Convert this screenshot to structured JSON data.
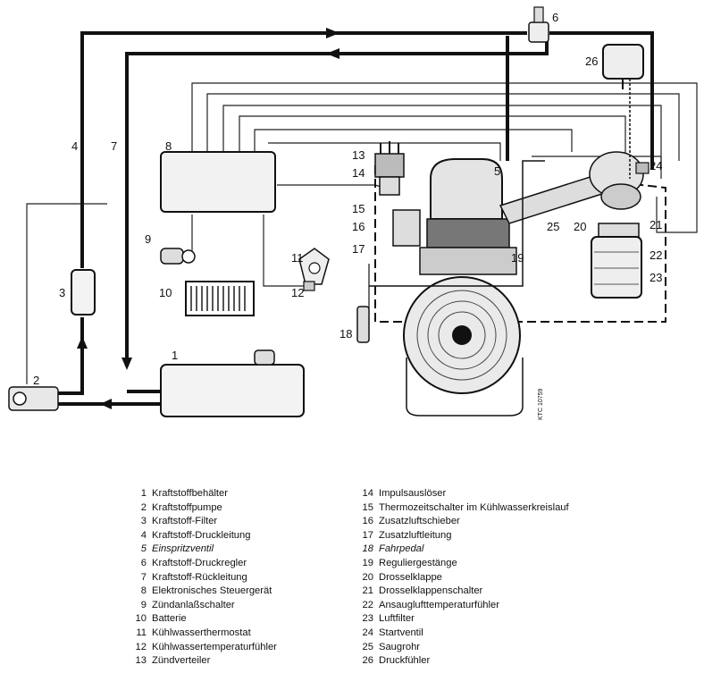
{
  "callouts": {
    "c1": "1",
    "c2": "2",
    "c3": "3",
    "c4": "4",
    "c5": "5",
    "c6": "6",
    "c7": "7",
    "c8": "8",
    "c9": "9",
    "c10": "10",
    "c11": "11",
    "c12": "12",
    "c13": "13",
    "c14": "14",
    "c15": "15",
    "c16": "16",
    "c17": "17",
    "c18": "18",
    "c19": "19",
    "c20": "20",
    "c21": "21",
    "c22": "22",
    "c23": "23",
    "c24": "24",
    "c25": "25",
    "c26": "26"
  },
  "stamp": "KTC 10759",
  "legend": {
    "left": [
      {
        "num": "1",
        "label": "Kraftstoffbehälter"
      },
      {
        "num": "2",
        "label": "Kraftstoffpumpe"
      },
      {
        "num": "3",
        "label": "Kraftstoff-Filter"
      },
      {
        "num": "4",
        "label": "Kraftstoff-Druckleitung"
      },
      {
        "num": "5",
        "label": "Einspritzventil"
      },
      {
        "num": "6",
        "label": "Kraftstoff-Druckregler"
      },
      {
        "num": "7",
        "label": "Kraftstoff-Rückleitung"
      },
      {
        "num": "8",
        "label": "Elektronisches Steuergerät"
      },
      {
        "num": "9",
        "label": "Zündanlaßschalter"
      },
      {
        "num": "10",
        "label": "Batterie"
      },
      {
        "num": "11",
        "label": "Kühlwasserthermostat"
      },
      {
        "num": "12",
        "label": "Kühlwassertemperaturfühler"
      },
      {
        "num": "13",
        "label": "Zündverteiler"
      }
    ],
    "right": [
      {
        "num": "14",
        "label": "Impulsauslöser"
      },
      {
        "num": "15",
        "label": "Thermozeitschalter im Kühlwasserkreislauf"
      },
      {
        "num": "16",
        "label": "Zusatzluftschieber"
      },
      {
        "num": "17",
        "label": "Zusatzluftleitung"
      },
      {
        "num": "18",
        "label": "Fahrpedal"
      },
      {
        "num": "19",
        "label": "Reguliergestänge"
      },
      {
        "num": "20",
        "label": "Drosselklappe"
      },
      {
        "num": "21",
        "label": "Drosselklappenschalter"
      },
      {
        "num": "22",
        "label": "Ansauglufttemperaturfühler"
      },
      {
        "num": "23",
        "label": "Luftfilter"
      },
      {
        "num": "24",
        "label": "Startventil"
      },
      {
        "num": "25",
        "label": "Saugrohr"
      },
      {
        "num": "26",
        "label": "Druckfühler"
      }
    ]
  }
}
